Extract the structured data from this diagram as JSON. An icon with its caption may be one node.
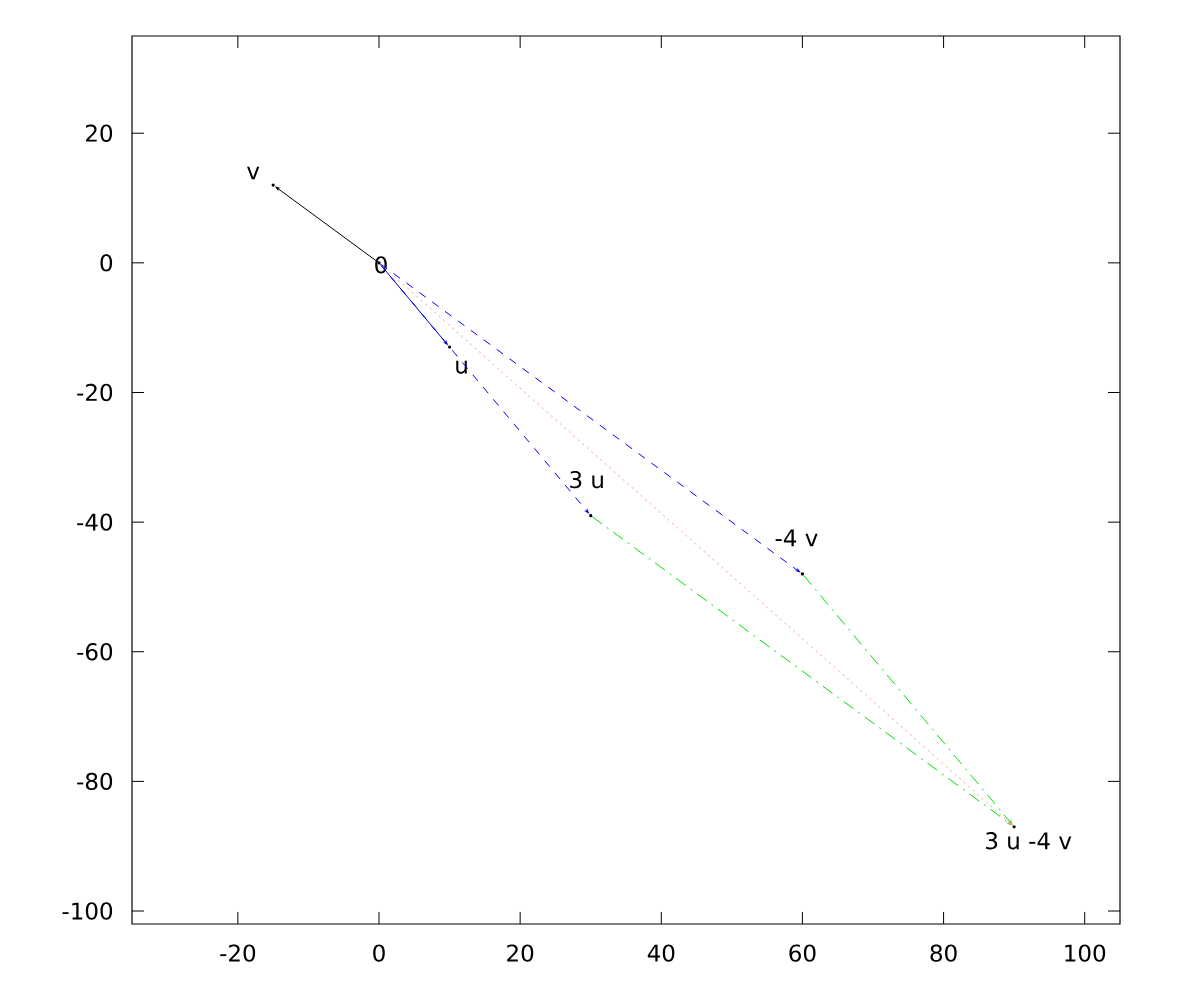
{
  "diagram": {
    "nodes": [
      {
        "text": [],
        "shape": "point",
        "beside": [
          "v"
        ]
      },
      {
        "text": [],
        "shape": "point",
        "beside": [
          "0"
        ]
      },
      {
        "text": [],
        "shape": "point",
        "beside": [
          "u"
        ]
      },
      {
        "text": [],
        "shape": "point",
        "beside": [
          "3 u"
        ]
      },
      {
        "text": [],
        "shape": "point",
        "beside": [
          "-4 v"
        ]
      },
      {
        "text": [],
        "shape": "point",
        "beside": [
          "3 u -4 v"
        ]
      }
    ],
    "edges": [
      {
        "from": 1,
        "to": 0,
        "arrow": "to",
        "color": "#000000"
      },
      {
        "from": 1,
        "to": 2,
        "arrow": "to",
        "color": "#0000b0"
      },
      {
        "from": 1,
        "to": 3,
        "arrow": "to",
        "style": "dashed",
        "color": "#0000ff"
      },
      {
        "from": 1,
        "to": 4,
        "arrow": "to",
        "style": "dashed",
        "color": "#0000ff"
      },
      {
        "from": 3,
        "to": 5,
        "arrow": "to",
        "style": "dashed",
        "color": "#00e000"
      },
      {
        "from": 4,
        "to": 5,
        "arrow": "to",
        "style": "dashed",
        "color": "#00e000"
      },
      {
        "from": 1,
        "to": 5,
        "arrow": "to",
        "style": "dashed",
        "color": "#ff9090"
      }
    ],
    "chart_data": {
      "type": "scatter",
      "xlim": [
        -35,
        105
      ],
      "ylim": [
        -102,
        35
      ],
      "xticks": [
        {
          "value": -20,
          "label": "-20"
        },
        {
          "value": 0,
          "label": "0"
        },
        {
          "value": 20,
          "label": "20"
        },
        {
          "value": 40,
          "label": "40"
        },
        {
          "value": 60,
          "label": "60"
        },
        {
          "value": 80,
          "label": "80"
        },
        {
          "value": 100,
          "label": "100"
        }
      ],
      "yticks": [
        {
          "value": -100,
          "label": "-100"
        },
        {
          "value": -80,
          "label": "-80"
        },
        {
          "value": -60,
          "label": "-60"
        },
        {
          "value": -40,
          "label": "-40"
        },
        {
          "value": -20,
          "label": "-20"
        },
        {
          "value": 0,
          "label": "0"
        },
        {
          "value": 20,
          "label": "20"
        }
      ]
    }
  }
}
